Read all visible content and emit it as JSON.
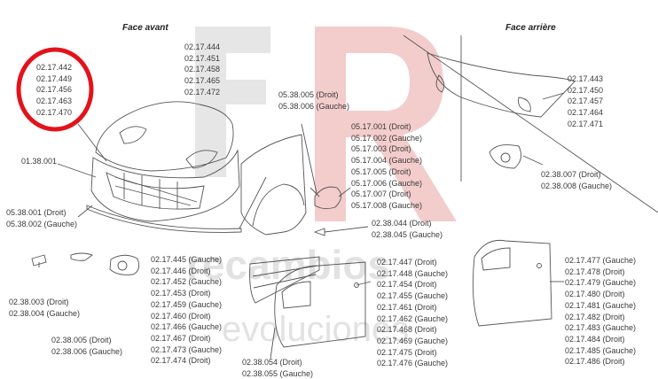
{
  "headers": {
    "front": "Face avant",
    "rear": "Face arrière"
  },
  "watermark": {
    "line1": "recambios",
    "line2": "evoluciones",
    "color": "#e2e2e2",
    "accent": "#f0c4c4"
  },
  "highlight": {
    "color": "#e3131b"
  },
  "groups": {
    "hood": [
      "02.17.442",
      "02.17.449",
      "02.17.456",
      "02.17.463",
      "02.17.470"
    ],
    "hood_right": [
      "02.17.444",
      "02.17.451",
      "02.17.458",
      "02.17.465",
      "02.17.472"
    ],
    "grille": [
      "01.38.001"
    ],
    "mirror_arm": [
      "05.38.005 (Droit)",
      "05.38.006 (Gauche)"
    ],
    "mirror": [
      "05.17.001 (Droit)",
      "05.17.002 (Gauche)",
      "05.17.003 (Droit)",
      "05.17.004 (Gauche)",
      "05.17.005 (Droit)",
      "05.17.006 (Gauche)",
      "05.17.007 (Droit)",
      "05.17.008 (Gauche)"
    ],
    "side_marker": [
      "02.38.044 (Droit)",
      "02.38.045 (Gauche)"
    ],
    "bumper_strip": [
      "05.38.001 (Droit)",
      "05.38.002 (Gauche)"
    ],
    "fog_lamp": [
      "02.38.003 (Droit)",
      "02.38.004 (Gauche)"
    ],
    "fog_surround": [
      "02.38.005 (Droit)",
      "02.38.006 (Gauche)"
    ],
    "fender": [
      "02.17.445 (Gauche)",
      "02.17.446 (Droit)",
      "02.17.452 (Gauche)",
      "02.17.453 (Droit)",
      "02.17.459 (Gauche)",
      "02.17.460 (Droit)",
      "02.17.466 (Gauche)",
      "02.17.467 (Droit)",
      "02.17.473 (Gauche)",
      "02.17.474 (Droit)"
    ],
    "door_trim": [
      "02.38.054 (Droit)",
      "02.38.055 (Gauche)"
    ],
    "front_door": [
      "02.17.447 (Droit)",
      "02.17.448 (Gauche)",
      "02.17.454 (Droit)",
      "02.17.455 (Gauche)",
      "02.17.461 (Droit)",
      "02.17.462 (Gauche)",
      "02.17.468 (Droit)",
      "02.17.469 (Gauche)",
      "02.17.475 (Droit)",
      "02.17.476 (Gauche)"
    ],
    "rear_bumper": [
      "02.17.443",
      "02.17.450",
      "02.17.457",
      "02.17.464",
      "02.17.471"
    ],
    "rear_lamp": [
      "02.38.007 (Droit)",
      "02.38.008 (Gauche)"
    ],
    "rear_door": [
      "02.17.477 (Gauche)",
      "02.17.478 (Droit)",
      "02.17.479 (Gauche)",
      "02.17.480 (Droit)",
      "02.17.481 (Gauche)",
      "02.17.482 (Droit)",
      "02.17.483 (Gauche)",
      "02.17.484 (Droit)",
      "02.17.485 (Gauche)",
      "02.17.486 (Droit)"
    ]
  }
}
